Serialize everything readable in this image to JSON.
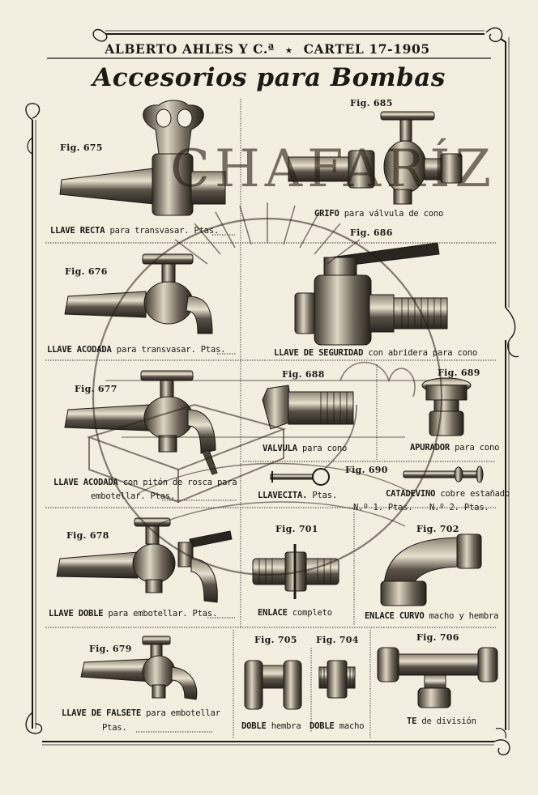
{
  "header": {
    "left": "ALBERTO AHLES Y C.ª",
    "separator": "⭑",
    "right": "CARTEL 17-1905"
  },
  "title": "Accesorios para Bombas",
  "watermark": "CHAFARÍZ",
  "items": [
    {
      "fig": "Fig. 675",
      "name": "LLAVE RECTA",
      "desc": "para transvasar.",
      "ptas": "Ptas."
    },
    {
      "fig": "Fig. 685",
      "name": "GRIFO",
      "desc": "para válvula de cono"
    },
    {
      "fig": "Fig. 676",
      "name": "LLAVE ACODADA",
      "desc": "para transvasar.",
      "ptas": "Ptas."
    },
    {
      "fig": "Fig. 686",
      "name": "LLAVE DE SEGURIDAD",
      "desc": "con abridera para cono"
    },
    {
      "fig": "Fig. 677",
      "name": "LLAVE ACODADA",
      "desc": "con pitón de rosca para",
      "desc2": "embotellar.",
      "ptas": "Ptas."
    },
    {
      "fig": "Fig. 688",
      "name": "VALVULA",
      "desc": "para cono"
    },
    {
      "fig": "Fig. 689",
      "name": "APURADOR",
      "desc": "para cono"
    },
    {
      "fig": "",
      "name": "LLAVECITA.",
      "desc": "",
      "ptas": "Ptas."
    },
    {
      "fig": "Fig. 690",
      "name": "CATADEVINO",
      "desc": "cobre estañado",
      "n1": "N.º 1. Ptas.",
      "n2": "N.º 2. Ptas."
    },
    {
      "fig": "Fig. 678",
      "name": "LLAVE DOBLE",
      "desc": "para embotellar.",
      "ptas": "Ptas."
    },
    {
      "fig": "Fig. 701",
      "name": "ENLACE",
      "desc": "completo"
    },
    {
      "fig": "Fig. 702",
      "name": "ENLACE CURVO",
      "desc": "macho y hembra"
    },
    {
      "fig": "Fig. 679",
      "name": "LLAVE DE FALSETE",
      "desc": "para embotellar",
      "ptas": "Ptas."
    },
    {
      "fig": "Fig. 705",
      "name": "DOBLE",
      "desc": "hembra"
    },
    {
      "fig": "Fig. 704",
      "name": "DOBLE",
      "desc": "macho"
    },
    {
      "fig": "Fig. 706",
      "name": "TE",
      "desc": "de división"
    }
  ]
}
